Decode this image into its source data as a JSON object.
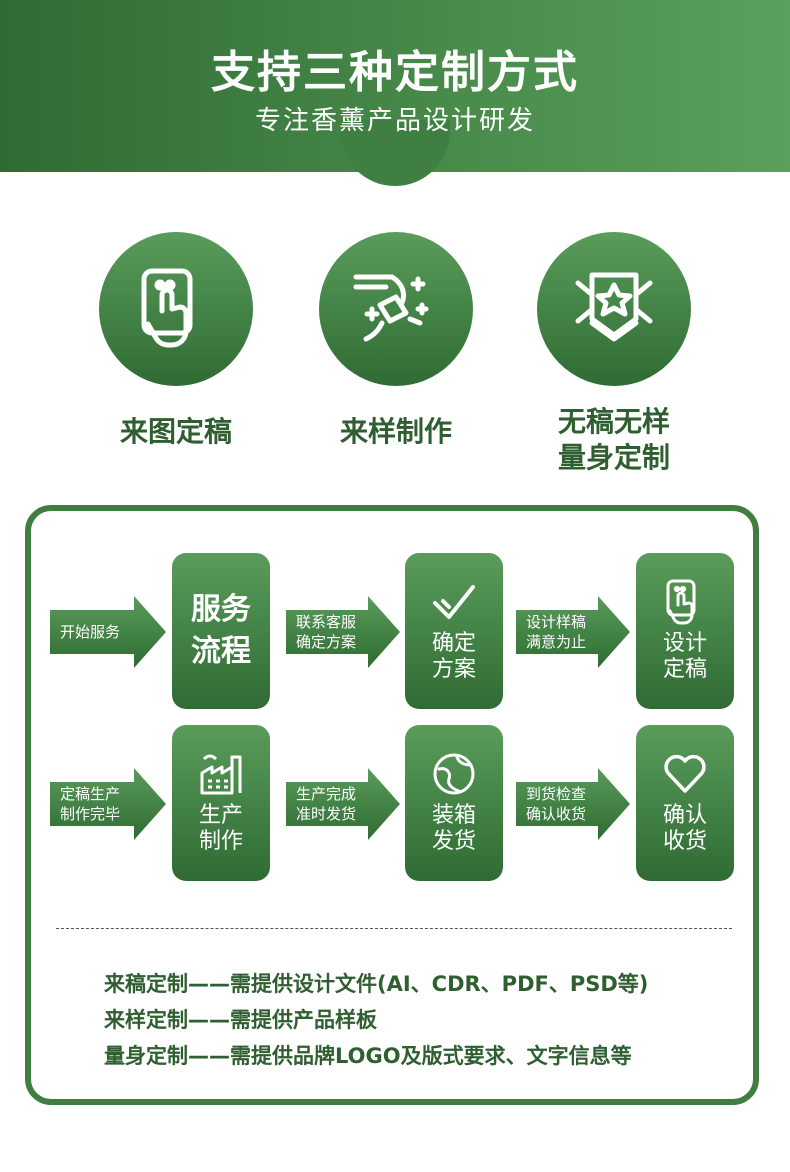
{
  "header": {
    "title": "支持三种定制方式",
    "subtitle": "专注香薰产品设计研发"
  },
  "methods": [
    {
      "icon": "hand-tap-icon",
      "label": "来图定稿"
    },
    {
      "icon": "spray-icon",
      "label": "来样制作"
    },
    {
      "icon": "badge-star-icon",
      "label_line1": "无稿无样",
      "label_line2": "量身定制"
    }
  ],
  "flow": {
    "start_arrow": "开始服务",
    "title_line1": "服务",
    "title_line2": "流程",
    "arrow1_line1": "联系客服",
    "arrow1_line2": "确定方案",
    "step1_line1": "确定",
    "step1_line2": "方案",
    "arrow2_line1": "设计样稿",
    "arrow2_line2": "满意为止",
    "step2_line1": "设计",
    "step2_line2": "定稿",
    "arrow3_line1": "定稿生产",
    "arrow3_line2": "制作完毕",
    "step3_line1": "生产",
    "step3_line2": "制作",
    "arrow4_line1": "生产完成",
    "arrow4_line2": "准时发货",
    "step4_line1": "装箱",
    "step4_line2": "发货",
    "arrow5_line1": "到货检查",
    "arrow5_line2": "确认收货",
    "step5_line1": "确认",
    "step5_line2": "收货"
  },
  "notes": [
    "来稿定制——需提供设计文件(AI、CDR、PDF、PSD等)",
    "来样定制——需提供产品样板",
    "量身定制——需提供品牌LOGO及版式要求、文字信息等"
  ],
  "colors": {
    "primary": "#3f7d41",
    "dark": "#2f6b33",
    "light": "#5a9c5b"
  }
}
